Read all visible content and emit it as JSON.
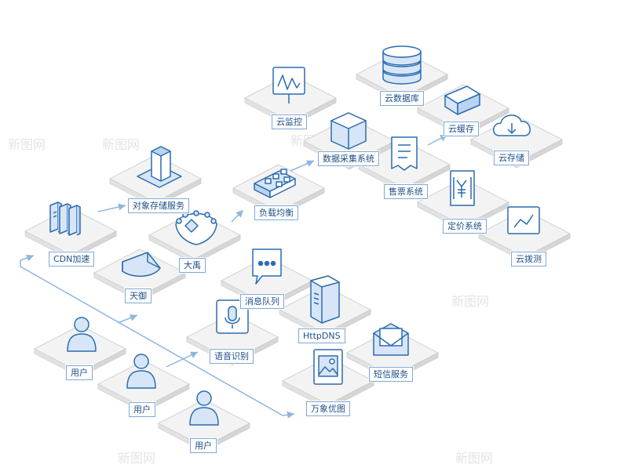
{
  "colors": {
    "stroke": "#2b6cb0",
    "fill": "#d6e6f8",
    "panel": "#f2f2f2",
    "arrow": "#8db6e0"
  },
  "nodes": [
    {
      "id": "cdn",
      "label": "CDN加速",
      "icon": "books-icon"
    },
    {
      "id": "oss",
      "label": "对象存储服务",
      "icon": "building-icon"
    },
    {
      "id": "dawei",
      "label": "大禹",
      "icon": "shield-icon"
    },
    {
      "id": "tianyu",
      "label": "天御",
      "icon": "pie-slice-icon"
    },
    {
      "id": "lb",
      "label": "负载均衡",
      "icon": "blocks-icon"
    },
    {
      "id": "monitor",
      "label": "云监控",
      "icon": "monitor-icon"
    },
    {
      "id": "collect",
      "label": "数据采集系统",
      "icon": "star-box-icon"
    },
    {
      "id": "clouddb",
      "label": "云数据库",
      "icon": "database-icon"
    },
    {
      "id": "cache",
      "label": "云缓存",
      "icon": "box-icon"
    },
    {
      "id": "storage",
      "label": "云存储",
      "icon": "cloud-download-icon"
    },
    {
      "id": "ticket",
      "label": "售票系统",
      "icon": "ticket-icon"
    },
    {
      "id": "pricing",
      "label": "定价系统",
      "icon": "yuan-icon"
    },
    {
      "id": "dial",
      "label": "云拨测",
      "icon": "chart-screen-icon"
    },
    {
      "id": "mq",
      "label": "消息队列",
      "icon": "chat-bubble-icon"
    },
    {
      "id": "httpdns",
      "label": "HttpDNS",
      "icon": "server-icon"
    },
    {
      "id": "speech",
      "label": "语音识别",
      "icon": "microphone-icon"
    },
    {
      "id": "sms",
      "label": "短信服务",
      "icon": "envelope-icon"
    },
    {
      "id": "image",
      "label": "万象优图",
      "icon": "picture-icon"
    },
    {
      "id": "user1",
      "label": "用户",
      "icon": "user-icon"
    },
    {
      "id": "user2",
      "label": "用户",
      "icon": "user-icon"
    },
    {
      "id": "user3",
      "label": "用户",
      "icon": "user-icon"
    }
  ],
  "watermark": "新图网"
}
